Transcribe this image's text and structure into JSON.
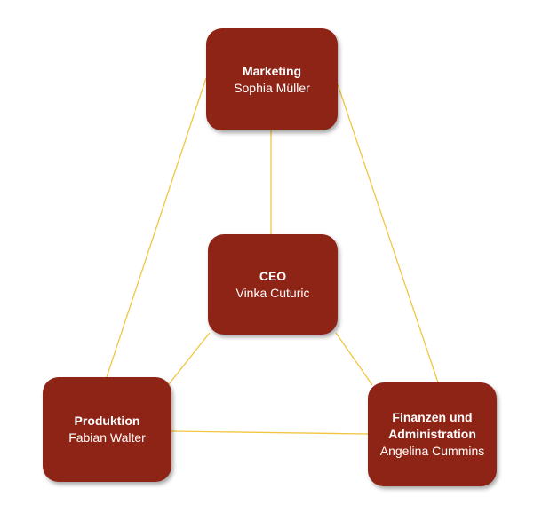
{
  "colors": {
    "node": "#8e2416",
    "connector": "#f2c541"
  },
  "nodes": {
    "marketing": {
      "title": "Marketing",
      "name": "Sophia Müller"
    },
    "ceo": {
      "title": "CEO",
      "name": "Vinka Cuturic"
    },
    "produktion": {
      "title": "Produktion",
      "name": "Fabian Walter"
    },
    "finanzen": {
      "title_line1": "Finanzen und",
      "title_line2": "Administration",
      "name": "Angelina Cummins"
    }
  }
}
